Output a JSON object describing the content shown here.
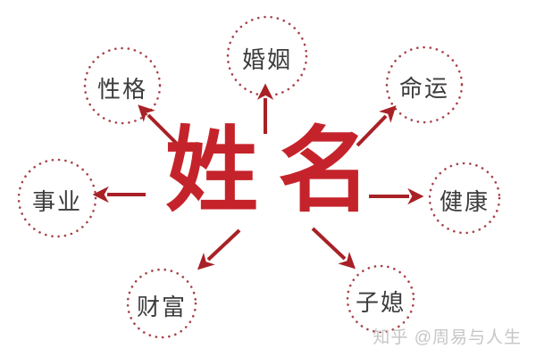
{
  "diagram": {
    "type": "spoke-diagram",
    "center": {
      "label": "姓名"
    },
    "nodes": [
      {
        "id": "marriage",
        "label": "婚姻",
        "position": "top"
      },
      {
        "id": "destiny",
        "label": "命运",
        "position": "top-right"
      },
      {
        "id": "health",
        "label": "健康",
        "position": "right"
      },
      {
        "id": "children",
        "label": "子媳",
        "position": "bottom-right"
      },
      {
        "id": "wealth",
        "label": "财富",
        "position": "bottom-left"
      },
      {
        "id": "career",
        "label": "事业",
        "position": "left"
      },
      {
        "id": "personality",
        "label": "性格",
        "position": "top-left"
      }
    ],
    "edges": "arrows point outward from center label to each node"
  },
  "watermark": {
    "text": "知乎 @周易与人生"
  },
  "colors": {
    "center_text": "#c5232b",
    "arrow": "#a82126",
    "circle_dots": "#a8424a",
    "node_text": "#3c3c3c",
    "watermark": "#c6c6c6",
    "background": "#ffffff"
  }
}
